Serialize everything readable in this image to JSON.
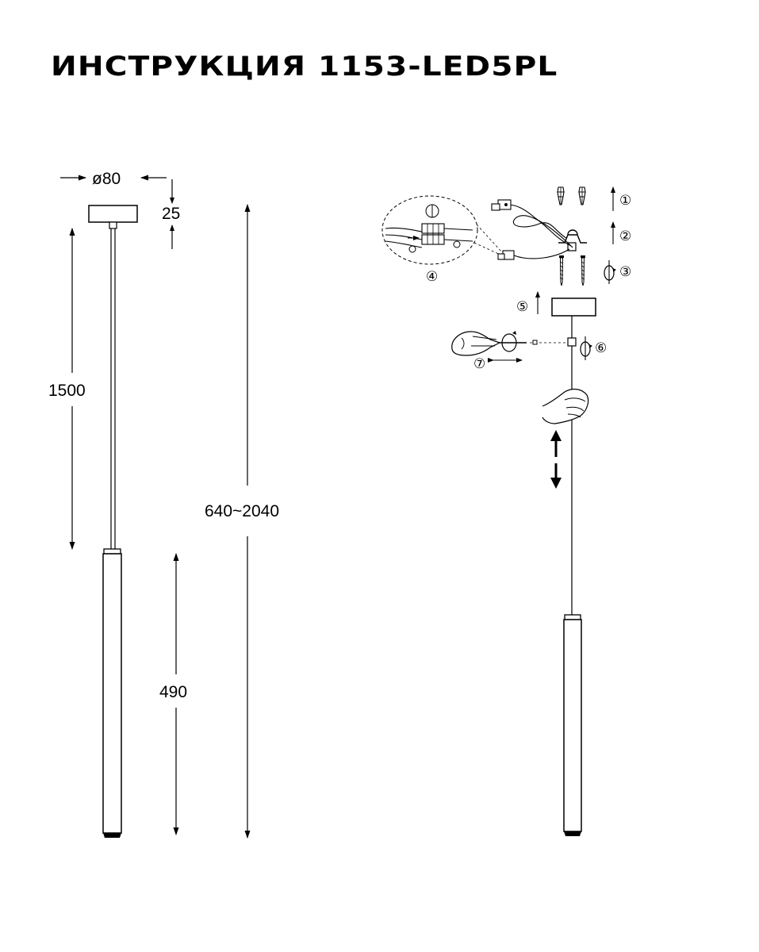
{
  "title": "ИНСТРУКЦИЯ 1153-LED5PL",
  "dimensions": {
    "canopy_diameter": "ø80",
    "canopy_height": "25",
    "cable_length": "1500",
    "total_height": "640~2040",
    "body_length": "490"
  },
  "steps": [
    "①",
    "②",
    "③",
    "④",
    "⑤",
    "⑥",
    "⑦"
  ],
  "icons": {
    "hand": "hand-icon",
    "screw": "screw-icon",
    "wall_plug": "wall-plug-icon",
    "terminal_block": "terminal-block-icon",
    "rotate": "rotate-arrow-icon",
    "arrow_up": "arrow-up-icon",
    "arrow_down": "arrow-down-icon"
  }
}
